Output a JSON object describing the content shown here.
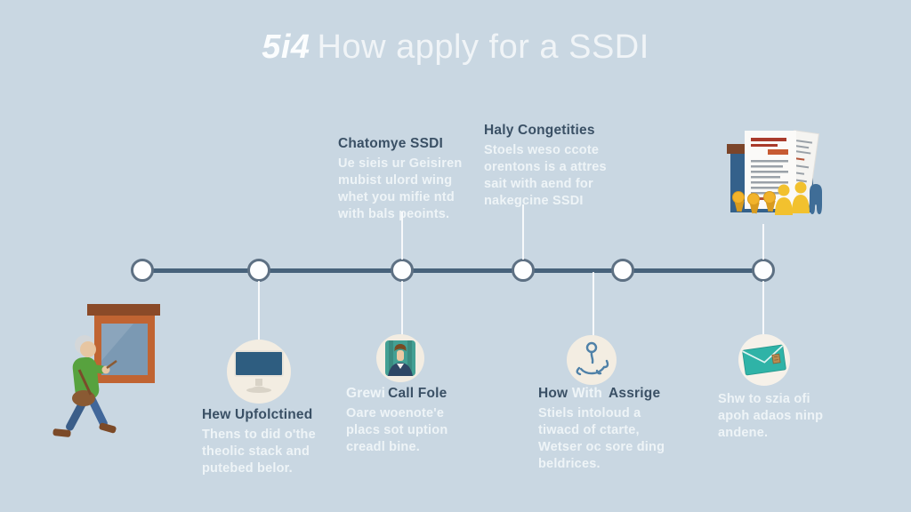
{
  "title": {
    "badge": "5i4",
    "text": "How apply for a SSDI"
  },
  "palette": {
    "background": "#c9d7e2",
    "timeline_line": "#47627b",
    "node_fill": "#fdfeff",
    "node_border": "#5d7083",
    "heading_text": "#3a5065",
    "body_text": "#f8fbfd",
    "icon_circle": "#f3ede2",
    "teal": "#2fb3a7",
    "yellow": "#f2bb2d",
    "board_blue": "#34618b",
    "frame_orange": "#c06432",
    "sweater_green": "#57a23e"
  },
  "top_blocks": [
    {
      "heading": "Chatomye SSDI",
      "body": "Ue sieis ur Geisiren\nmubist ulord wing\nwhet you mifie ntd\nwith bals peoints."
    },
    {
      "heading": "Haly Congetities",
      "body": "Stoels weso ccote\norentons is a attres\nsait with aend for\nnakegcine SSDI"
    }
  ],
  "bottom_blocks": [
    {
      "heading": "Hew Upfolctined",
      "body": "Thens to did o'the\ntheolic stack and\nputebed belor."
    },
    {
      "heading_light": "Grewi",
      "heading": "Call Fole",
      "body": "Oare woenote'e\nplacs sot uption\ncreadl bine."
    },
    {
      "heading_a": "How",
      "heading_b": "With",
      "heading_c": "Assrige",
      "body": "Stiels intoloud a\ntiwacd of ctarte,\nWetser oc sore ding\nbeldrices."
    },
    {
      "body": "Shw to szia ofi\napoh adaos ninp\nandene."
    }
  ],
  "icons": [
    "person-billboard-icon",
    "computer-monitor-icon",
    "person-avatar-icon",
    "doodle-balloon-icon",
    "documents-board-icon",
    "envelope-icon"
  ]
}
